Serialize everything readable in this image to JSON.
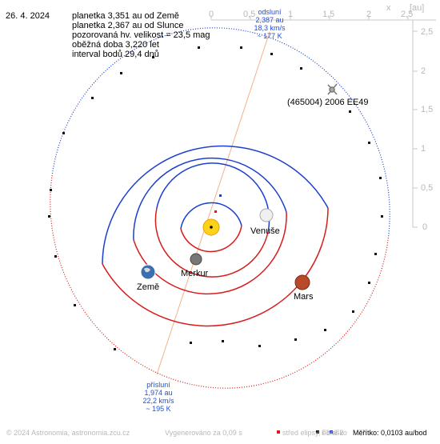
{
  "header": {
    "date": "26. 4. 2024",
    "info_lines": [
      "planetka 3,351 au od Země",
      "planetka 2,367 au od Slunce",
      "pozorovaná hv. velikost = 23,5 mag",
      "oběžná doba 3,220 let",
      "interval bodů 29,4 dnů"
    ]
  },
  "axes": {
    "x_label": "x",
    "unit_label": "[au]",
    "x_ticks": [
      "0",
      "0,5",
      "1",
      "1,5",
      "2",
      "2,5"
    ],
    "y_ticks": [
      "2,5",
      "2",
      "1,5",
      "1",
      "0,5",
      "0"
    ]
  },
  "aphelion": {
    "title": "odsluní",
    "distance": "2,387 au",
    "speed": "18,3 km/s",
    "temperature": "~ 177 K"
  },
  "perihelion": {
    "title": "přísluní",
    "distance": "1,974 au",
    "speed": "22,2 km/s",
    "temperature": "~ 195 K"
  },
  "asteroid_label": "(465004) 2006 EE49",
  "bodies": {
    "mercury": "Merkur",
    "venus": "Venuše",
    "earth": "Země",
    "mars": "Mars"
  },
  "footer": {
    "copyright": "© 2024 Astronomia, astronomia.zcu.cz",
    "generated": "Vygenerováno za 0,09 s",
    "legend_center": "střed elipsy, ohnisko",
    "legend_f1": "F1 a",
    "legend_f2": "F2",
    "scale": "Měřítko: 0,0103 au/bod"
  },
  "colors": {
    "orbit_above": "#1c3fd0",
    "orbit_below": "#d81c1c",
    "apsides_line": "#f2b28a",
    "sun": "#ffd21a",
    "mars": "#b84a2a",
    "earth": "#3a6fb0",
    "venus": "#e8e8e8",
    "mercury": "#6b6b6b"
  }
}
